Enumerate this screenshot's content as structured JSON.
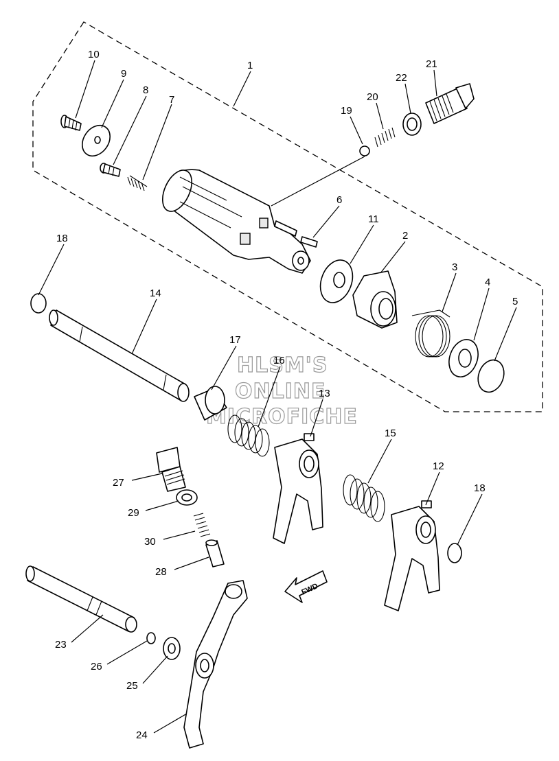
{
  "diagram": {
    "watermark_lines": [
      "HLSM'S",
      "ONLINE",
      "MICROFICHE"
    ],
    "fwd_label": "FWD",
    "callouts": {
      "p1": "1",
      "p2": "2",
      "p3": "3",
      "p4": "4",
      "p5": "5",
      "p6": "6",
      "p7": "7",
      "p8": "8",
      "p9": "9",
      "p10": "10",
      "p11": "11",
      "p12": "12",
      "p13": "13",
      "p14": "14",
      "p15": "15",
      "p16": "16",
      "p17": "17",
      "p18a": "18",
      "p18b": "18",
      "p19": "19",
      "p20": "20",
      "p21": "21",
      "p22": "22",
      "p23": "23",
      "p24": "24",
      "p25": "25",
      "p26": "26",
      "p27": "27",
      "p28": "28",
      "p29": "29",
      "p30": "30"
    }
  }
}
